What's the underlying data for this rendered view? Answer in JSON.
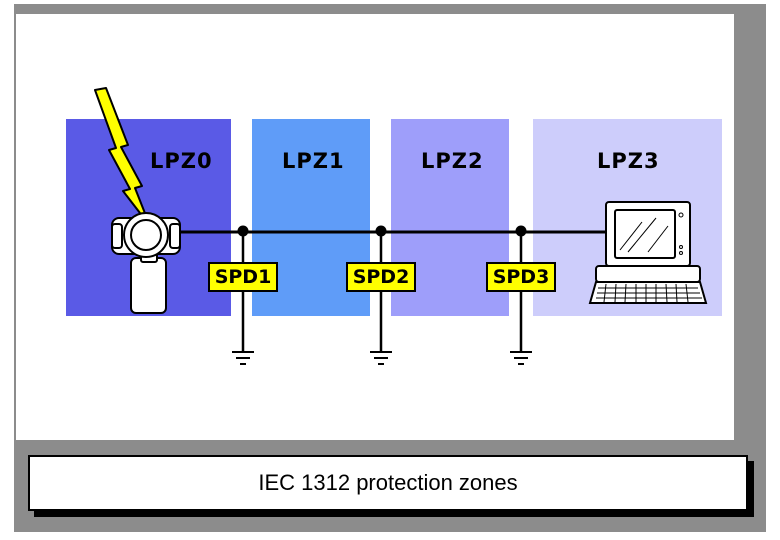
{
  "colors": {
    "frame": "#8c8c8c",
    "lpz0": "#5a5ae6",
    "lpz1": "#5f9cf8",
    "lpz2": "#9e9efa",
    "lpz3": "#cdcdfb",
    "spd": "#ffff00",
    "lightning": "#ffff00"
  },
  "zones": [
    {
      "label": "LPZ0"
    },
    {
      "label": "LPZ1"
    },
    {
      "label": "LPZ2"
    },
    {
      "label": "LPZ3"
    }
  ],
  "spds": [
    {
      "label": "SPD1"
    },
    {
      "label": "SPD2"
    },
    {
      "label": "SPD3"
    }
  ],
  "icons": {
    "strike": "lightning-bolt-icon",
    "source": "field-transmitter-icon",
    "device": "computer-terminal-icon",
    "earth": "ground-symbol-icon"
  },
  "caption": "IEC 1312 protection zones"
}
